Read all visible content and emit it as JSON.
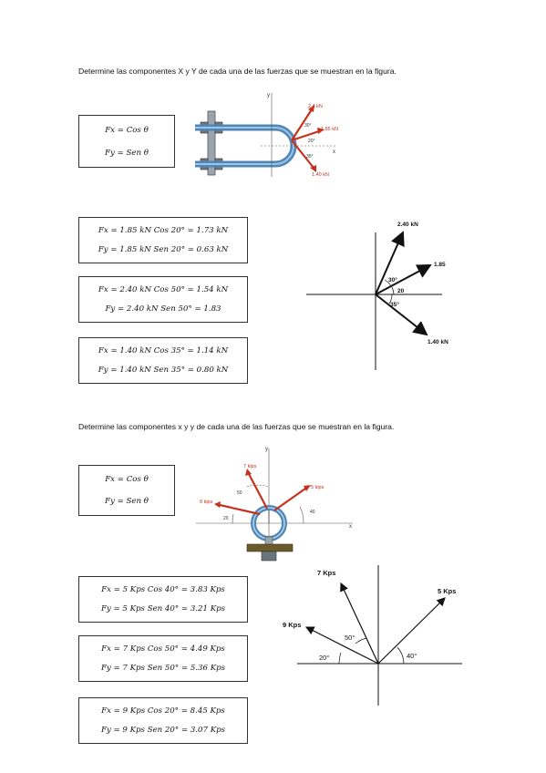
{
  "section1": {
    "heading": "Determine las componentes X y Y de cada una de las fuerzas que se muestran en la figura.",
    "formula": {
      "fx": "Fx = Cos θ",
      "fy": "Fy = Sen θ"
    },
    "figure": {
      "labels": {
        "f1": "2.4 kN",
        "a1": "30°",
        "f2": "1.85 kN",
        "a2": "20°",
        "a3": "35°",
        "f3": "1.40 kN",
        "x": "x",
        "y": "y"
      }
    },
    "results": [
      {
        "fx": "Fx = 1.85 kN Cos 20° = 1.73 kN",
        "fy": "Fy = 1.85 kN Sen 20° = 0.63 kN"
      },
      {
        "fx": "Fx = 2.40 kN Cos 50° = 1.54 kN",
        "fy": "Fy = 2.40 kN Sen 50° = 1.83"
      },
      {
        "fx": "Fx = 1.40 kN Cos 35° = 1.14 kN",
        "fy": "Fy = 1.40 kN Sen 35° = 0.80 kN"
      }
    ],
    "diagram": {
      "f1": "2.40 kN",
      "f2": "1.85",
      "f3": "1.40 kN",
      "a1": "30°",
      "a2": "20",
      "a3": "35°"
    }
  },
  "section2": {
    "heading": "Determine las componentes x y y de cada una de las fuerzas que se muestran en la figura.",
    "formula": {
      "fx": "Fx = Cos θ",
      "fy": "Fy = Sen θ"
    },
    "figure": {
      "labels": {
        "f1": "7 kips",
        "f2": "5 kips",
        "f3": "9 kips",
        "a1": "50",
        "a2": "40",
        "a3": "20",
        "x": "x",
        "y": "y"
      }
    },
    "results": [
      {
        "fx": "Fx = 5 Kps Cos 40° = 3.83 Kps",
        "fy": "Fy = 5 Kps Sen 40° = 3.21 Kps"
      },
      {
        "fx": "Fx = 7 Kps Cos 50° = 4.49 Kps",
        "fy": "Fy = 7 Kps Sen 50° = 5.36 Kps"
      },
      {
        "fx": "Fx = 9 Kps Cos 20° = 8.45 Kps",
        "fy": "Fy = 9 Kps Sen 20° = 3.07 Kps"
      }
    ],
    "diagram": {
      "f1": "7 Kps",
      "f2": "5 Kps",
      "f3": "9 Kps",
      "a1": "50°",
      "a2": "20°",
      "a3": "40°"
    }
  }
}
